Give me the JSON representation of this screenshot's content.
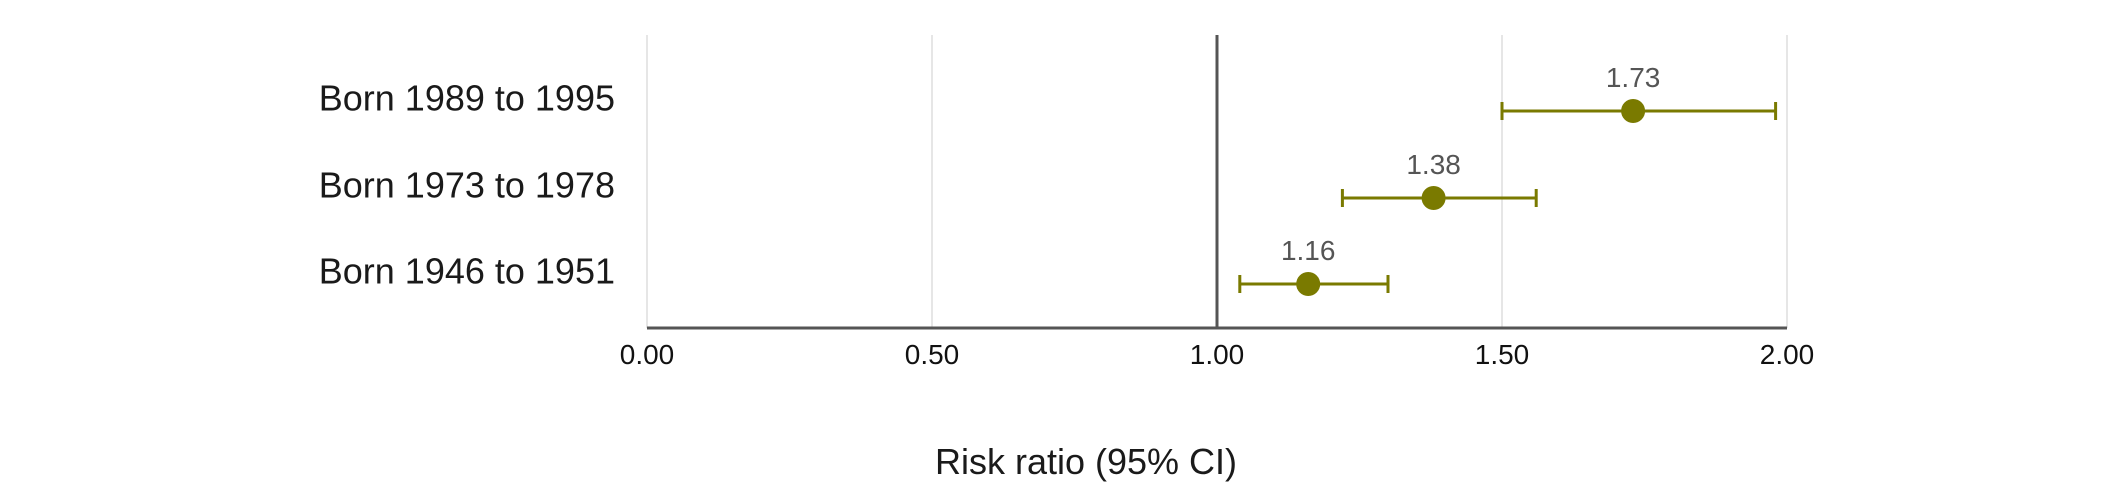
{
  "chart_data": {
    "type": "forest",
    "title": "",
    "xlabel": "Risk ratio (95% CI)",
    "xlim": [
      0,
      2
    ],
    "xticks": [
      0,
      0.5,
      1,
      1.5,
      2
    ],
    "xtick_labels": [
      "0.00",
      "0.50",
      "1.00",
      "1.50",
      "2.00"
    ],
    "reference_line": 1.0,
    "grid": true,
    "colors": {
      "marker": "#7a7a00",
      "axis": "#555555",
      "grid": "#e6e6e6"
    },
    "rows": [
      {
        "label": "Born 1989 to 1995",
        "estimate": 1.73,
        "estimate_label": "1.73",
        "ci_low": 1.5,
        "ci_high": 1.98
      },
      {
        "label": "Born 1973 to 1978",
        "estimate": 1.38,
        "estimate_label": "1.38",
        "ci_low": 1.22,
        "ci_high": 1.56
      },
      {
        "label": "Born 1946 to 1951",
        "estimate": 1.16,
        "estimate_label": "1.16",
        "ci_low": 1.04,
        "ci_high": 1.3
      }
    ]
  }
}
